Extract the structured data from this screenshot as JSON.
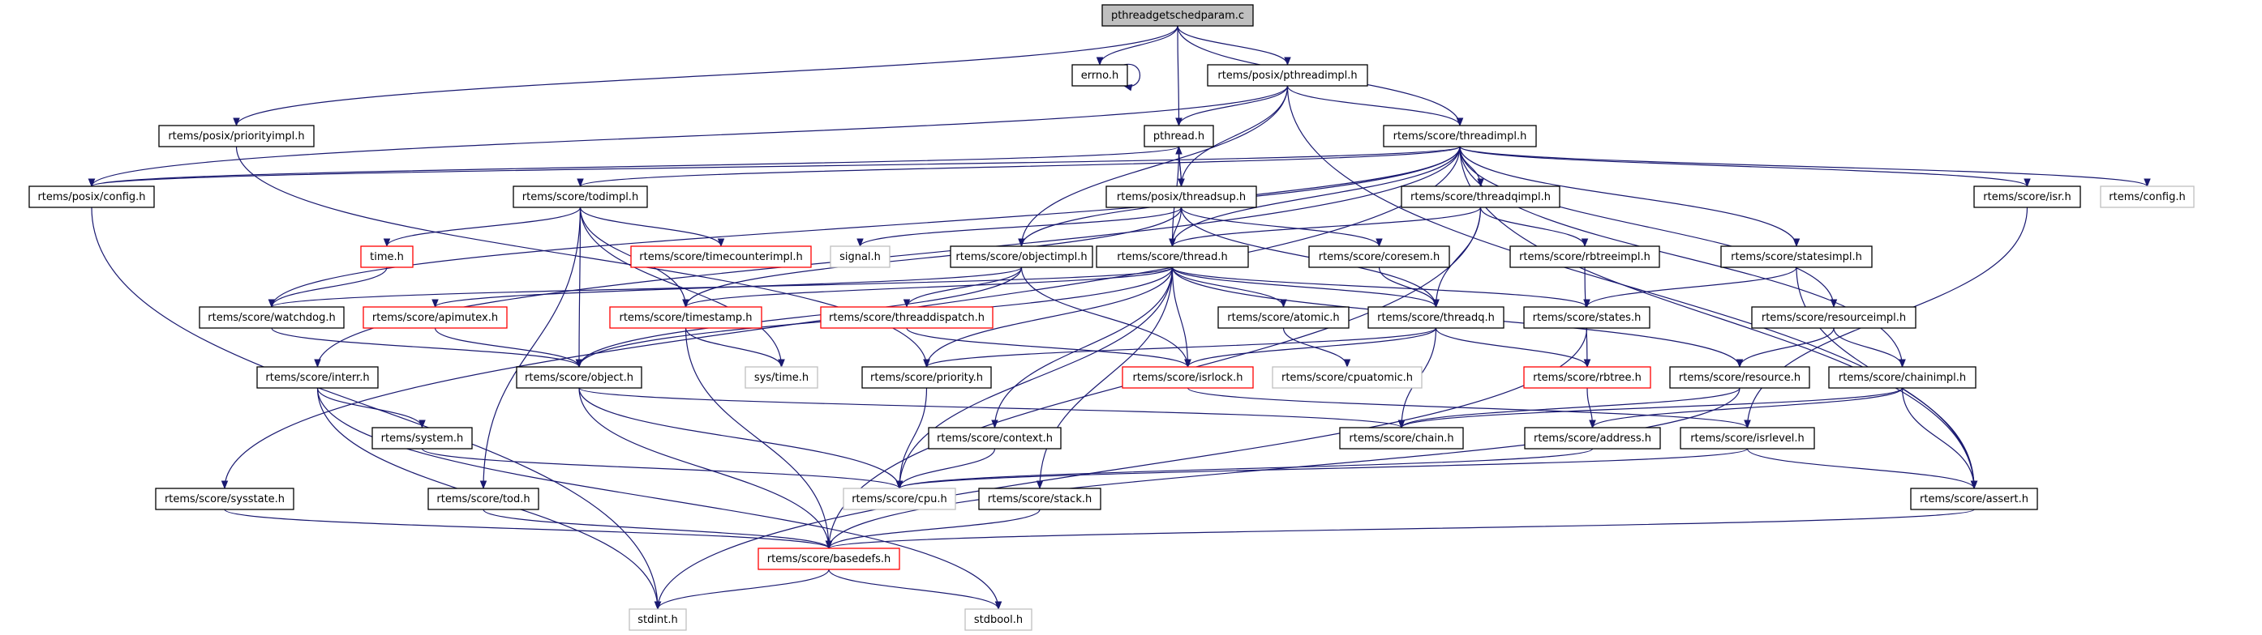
{
  "colors": {
    "edge": "#191970",
    "documented_border": "#000000",
    "incomplete_border": "#ff0000",
    "external_border": "#bfbfbf",
    "root_fill": "#bfbfbf"
  },
  "nodes": [
    {
      "id": "root",
      "label": "pthreadgetschedparam.c",
      "kind": "root"
    },
    {
      "id": "errno",
      "label": "errno.h",
      "kind": "documented"
    },
    {
      "id": "pthreadimpl",
      "label": "rtems/posix/pthreadimpl.h",
      "kind": "documented"
    },
    {
      "id": "priorityimpl",
      "label": "rtems/posix/priorityimpl.h",
      "kind": "documented"
    },
    {
      "id": "pthread",
      "label": "pthread.h",
      "kind": "documented"
    },
    {
      "id": "threadimpl",
      "label": "rtems/score/threadimpl.h",
      "kind": "documented"
    },
    {
      "id": "posixconfig",
      "label": "rtems/posix/config.h",
      "kind": "documented"
    },
    {
      "id": "todimpl",
      "label": "rtems/score/todimpl.h",
      "kind": "documented"
    },
    {
      "id": "threadsup",
      "label": "rtems/posix/threadsup.h",
      "kind": "documented"
    },
    {
      "id": "threadqimpl",
      "label": "rtems/score/threadqimpl.h",
      "kind": "documented"
    },
    {
      "id": "isr",
      "label": "rtems/score/isr.h",
      "kind": "documented"
    },
    {
      "id": "config",
      "label": "rtems/config.h",
      "kind": "external"
    },
    {
      "id": "time",
      "label": "time.h",
      "kind": "incomplete"
    },
    {
      "id": "timecounterimpl",
      "label": "rtems/score/timecounterimpl.h",
      "kind": "incomplete"
    },
    {
      "id": "signal",
      "label": "signal.h",
      "kind": "external"
    },
    {
      "id": "objectimpl",
      "label": "rtems/score/objectimpl.h",
      "kind": "documented"
    },
    {
      "id": "thread",
      "label": "rtems/score/thread.h",
      "kind": "documented"
    },
    {
      "id": "coresem",
      "label": "rtems/score/coresem.h",
      "kind": "documented"
    },
    {
      "id": "rbtreeimpl",
      "label": "rtems/score/rbtreeimpl.h",
      "kind": "documented"
    },
    {
      "id": "statesimpl",
      "label": "rtems/score/statesimpl.h",
      "kind": "documented"
    },
    {
      "id": "watchdog",
      "label": "rtems/score/watchdog.h",
      "kind": "documented"
    },
    {
      "id": "apimutex",
      "label": "rtems/score/apimutex.h",
      "kind": "incomplete"
    },
    {
      "id": "timestamp",
      "label": "rtems/score/timestamp.h",
      "kind": "incomplete"
    },
    {
      "id": "threaddispatch",
      "label": "rtems/score/threaddispatch.h",
      "kind": "incomplete"
    },
    {
      "id": "atomic",
      "label": "rtems/score/atomic.h",
      "kind": "documented"
    },
    {
      "id": "threadq",
      "label": "rtems/score/threadq.h",
      "kind": "documented"
    },
    {
      "id": "states",
      "label": "rtems/score/states.h",
      "kind": "documented"
    },
    {
      "id": "resourceimpl",
      "label": "rtems/score/resourceimpl.h",
      "kind": "documented"
    },
    {
      "id": "interr",
      "label": "rtems/score/interr.h",
      "kind": "documented"
    },
    {
      "id": "object",
      "label": "rtems/score/object.h",
      "kind": "documented"
    },
    {
      "id": "systime",
      "label": "sys/time.h",
      "kind": "external"
    },
    {
      "id": "priority",
      "label": "rtems/score/priority.h",
      "kind": "documented"
    },
    {
      "id": "isrlock",
      "label": "rtems/score/isrlock.h",
      "kind": "incomplete"
    },
    {
      "id": "cpuatomic",
      "label": "rtems/score/cpuatomic.h",
      "kind": "external"
    },
    {
      "id": "rbtree",
      "label": "rtems/score/rbtree.h",
      "kind": "incomplete"
    },
    {
      "id": "resource",
      "label": "rtems/score/resource.h",
      "kind": "documented"
    },
    {
      "id": "chainimpl",
      "label": "rtems/score/chainimpl.h",
      "kind": "documented"
    },
    {
      "id": "system",
      "label": "rtems/system.h",
      "kind": "documented"
    },
    {
      "id": "context",
      "label": "rtems/score/context.h",
      "kind": "documented"
    },
    {
      "id": "chain",
      "label": "rtems/score/chain.h",
      "kind": "documented"
    },
    {
      "id": "address",
      "label": "rtems/score/address.h",
      "kind": "documented"
    },
    {
      "id": "isrlevel",
      "label": "rtems/score/isrlevel.h",
      "kind": "documented"
    },
    {
      "id": "sysstate",
      "label": "rtems/score/sysstate.h",
      "kind": "documented"
    },
    {
      "id": "tod",
      "label": "rtems/score/tod.h",
      "kind": "documented"
    },
    {
      "id": "cpu",
      "label": "rtems/score/cpu.h",
      "kind": "external"
    },
    {
      "id": "stack",
      "label": "rtems/score/stack.h",
      "kind": "documented"
    },
    {
      "id": "assert",
      "label": "rtems/score/assert.h",
      "kind": "documented"
    },
    {
      "id": "basedefs",
      "label": "rtems/score/basedefs.h",
      "kind": "incomplete"
    },
    {
      "id": "stdint",
      "label": "stdint.h",
      "kind": "external"
    },
    {
      "id": "stdbool",
      "label": "stdbool.h",
      "kind": "external"
    }
  ],
  "edges": [
    [
      "root",
      "errno"
    ],
    [
      "root",
      "pthreadimpl"
    ],
    [
      "root",
      "pthread"
    ],
    [
      "root",
      "threadimpl"
    ],
    [
      "root",
      "priorityimpl"
    ],
    [
      "errno",
      "errno"
    ],
    [
      "pthreadimpl",
      "posixconfig"
    ],
    [
      "pthreadimpl",
      "pthread"
    ],
    [
      "pthreadimpl",
      "threadsup"
    ],
    [
      "pthreadimpl",
      "threadimpl"
    ],
    [
      "pthreadimpl",
      "assert"
    ],
    [
      "pthreadimpl",
      "objectimpl"
    ],
    [
      "priorityimpl",
      "priority"
    ],
    [
      "pthread",
      "threadsup"
    ],
    [
      "pthread",
      "thread"
    ],
    [
      "pthread",
      "posixconfig"
    ],
    [
      "threadsup",
      "pthread"
    ],
    [
      "threadsup",
      "thread"
    ],
    [
      "threadsup",
      "coresem"
    ],
    [
      "threadsup",
      "threadq"
    ],
    [
      "threadsup",
      "signal"
    ],
    [
      "threadsup",
      "timestamp"
    ],
    [
      "threadimpl",
      "posixconfig"
    ],
    [
      "threadimpl",
      "todimpl"
    ],
    [
      "threadimpl",
      "objectimpl"
    ],
    [
      "threadimpl",
      "thread"
    ],
    [
      "threadimpl",
      "threadqimpl"
    ],
    [
      "threadimpl",
      "statesimpl"
    ],
    [
      "threadimpl",
      "isr"
    ],
    [
      "threadimpl",
      "config"
    ],
    [
      "threadimpl",
      "resourceimpl"
    ],
    [
      "threadimpl",
      "chainimpl"
    ],
    [
      "threadimpl",
      "assert"
    ],
    [
      "threadimpl",
      "sysstate"
    ],
    [
      "threadimpl",
      "interr"
    ],
    [
      "threadimpl",
      "watchdog"
    ],
    [
      "todimpl",
      "time"
    ],
    [
      "todimpl",
      "timecounterimpl"
    ],
    [
      "todimpl",
      "timestamp"
    ],
    [
      "todimpl",
      "systime"
    ],
    [
      "todimpl",
      "tod"
    ],
    [
      "todimpl",
      "object"
    ],
    [
      "time",
      "watchdog"
    ],
    [
      "objectimpl",
      "apimutex"
    ],
    [
      "objectimpl",
      "threaddispatch"
    ],
    [
      "objectimpl",
      "isrlock"
    ],
    [
      "objectimpl",
      "object"
    ],
    [
      "thread",
      "watchdog"
    ],
    [
      "thread",
      "object"
    ],
    [
      "thread",
      "timestamp"
    ],
    [
      "thread",
      "priority"
    ],
    [
      "thread",
      "isrlock"
    ],
    [
      "thread",
      "atomic"
    ],
    [
      "thread",
      "threadq"
    ],
    [
      "thread",
      "states"
    ],
    [
      "thread",
      "context"
    ],
    [
      "thread",
      "stack"
    ],
    [
      "thread",
      "resource"
    ],
    [
      "thread",
      "cpu"
    ],
    [
      "threadqimpl",
      "thread"
    ],
    [
      "threadqimpl",
      "rbtreeimpl"
    ],
    [
      "threadqimpl",
      "threadq"
    ],
    [
      "threadqimpl",
      "basedefs"
    ],
    [
      "coresem",
      "threadq"
    ],
    [
      "statesimpl",
      "states"
    ],
    [
      "statesimpl",
      "assert"
    ],
    [
      "watchdog",
      "object"
    ],
    [
      "apimutex",
      "object"
    ],
    [
      "timestamp",
      "systime"
    ],
    [
      "timestamp",
      "basedefs"
    ],
    [
      "threaddispatch",
      "isrlock"
    ],
    [
      "atomic",
      "cpuatomic"
    ],
    [
      "threadq",
      "priority"
    ],
    [
      "threadq",
      "isrlock"
    ],
    [
      "threadq",
      "rbtree"
    ],
    [
      "threadq",
      "chain"
    ],
    [
      "states",
      "stdint"
    ],
    [
      "resourceimpl",
      "resource"
    ],
    [
      "resourceimpl",
      "chainimpl"
    ],
    [
      "rbtreeimpl",
      "rbtree"
    ],
    [
      "isr",
      "isrlevel"
    ],
    [
      "interr",
      "system"
    ],
    [
      "interr",
      "stdbool"
    ],
    [
      "interr",
      "stdint"
    ],
    [
      "object",
      "cpu"
    ],
    [
      "object",
      "basedefs"
    ],
    [
      "object",
      "chain"
    ],
    [
      "priority",
      "cpu"
    ],
    [
      "isrlock",
      "isrlevel"
    ],
    [
      "rbtree",
      "address"
    ],
    [
      "resource",
      "chain"
    ],
    [
      "resource",
      "basedefs"
    ],
    [
      "chainimpl",
      "chain"
    ],
    [
      "chainimpl",
      "address"
    ],
    [
      "chainimpl",
      "assert"
    ],
    [
      "system",
      "cpu"
    ],
    [
      "context",
      "cpu"
    ],
    [
      "sysstate",
      "basedefs"
    ],
    [
      "tod",
      "basedefs"
    ],
    [
      "stack",
      "basedefs"
    ],
    [
      "address",
      "cpu"
    ],
    [
      "isrlevel",
      "cpu"
    ],
    [
      "isrlevel",
      "assert"
    ],
    [
      "assert",
      "basedefs"
    ],
    [
      "basedefs",
      "stdint"
    ],
    [
      "basedefs",
      "stdbool"
    ],
    [
      "posixconfig",
      "stdint"
    ]
  ]
}
